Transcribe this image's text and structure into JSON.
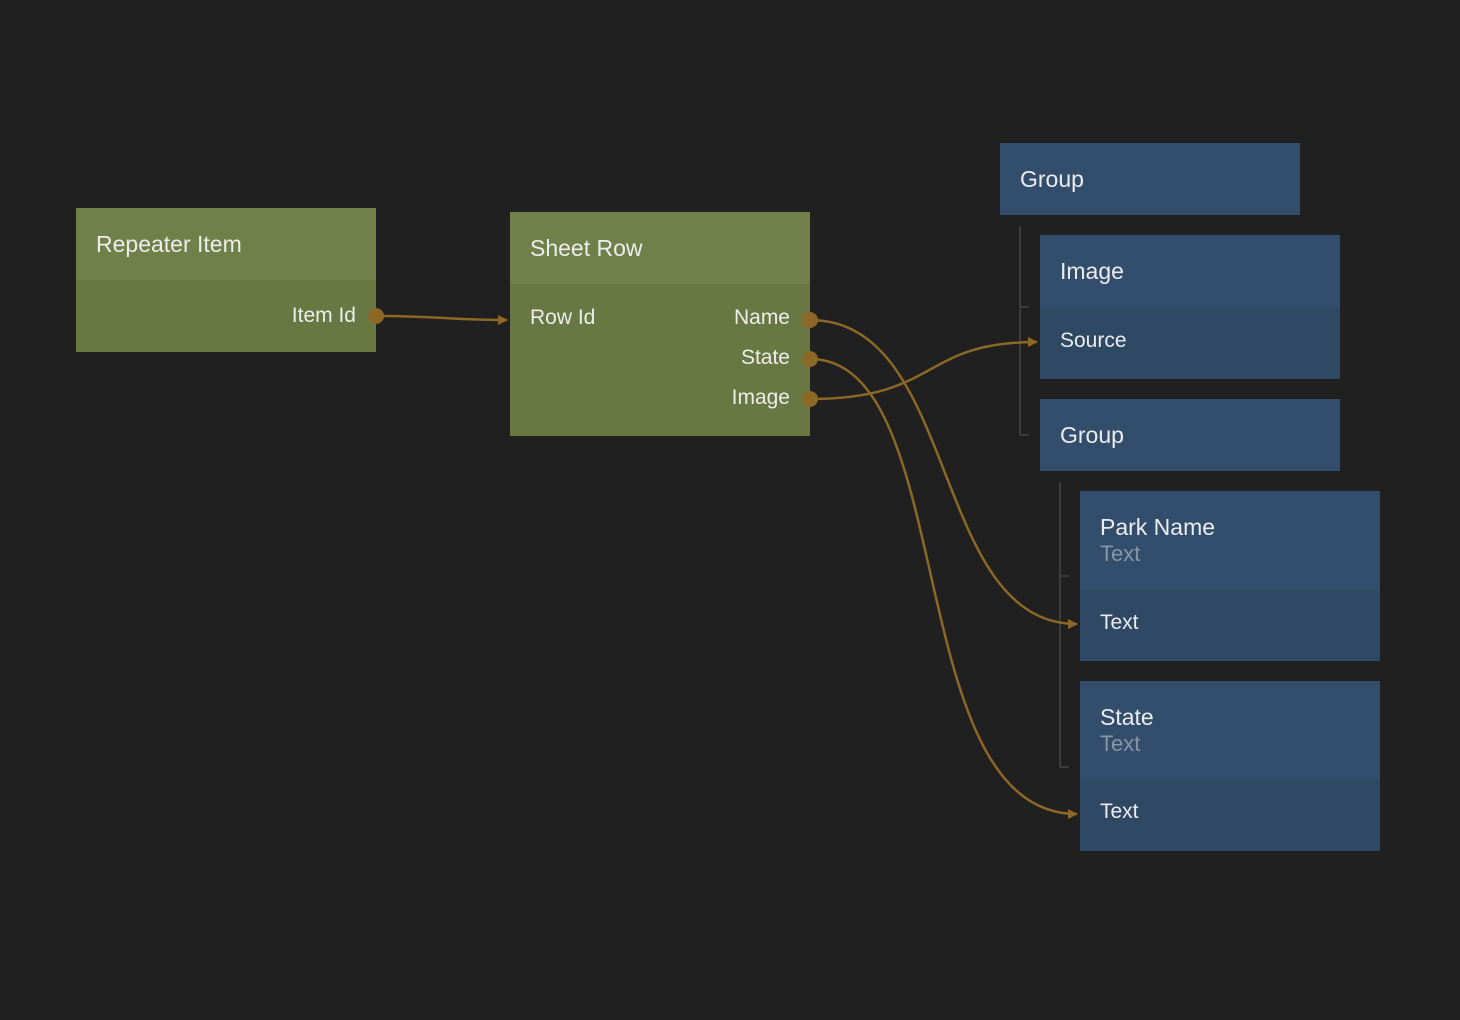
{
  "colors": {
    "background": "#202020",
    "logic_node": "#718048",
    "visual_node": "#324e6c",
    "wire": "#8b6826"
  },
  "nodes": {
    "repeater_item": {
      "title": "Repeater Item",
      "outputs": [
        "Item Id"
      ]
    },
    "sheet_row": {
      "title": "Sheet Row",
      "inputs": [
        "Row Id"
      ],
      "outputs": [
        "Name",
        "State",
        "Image"
      ]
    },
    "group_root": {
      "title": "Group"
    },
    "image": {
      "title": "Image",
      "inputs": [
        "Source"
      ]
    },
    "group_child": {
      "title": "Group"
    },
    "park_name": {
      "title": "Park Name",
      "type": "Text",
      "inputs": [
        "Text"
      ]
    },
    "state": {
      "title": "State",
      "type": "Text",
      "inputs": [
        "Text"
      ]
    }
  },
  "connections": [
    {
      "from": "Repeater Item.Item Id",
      "to": "Sheet Row.Row Id"
    },
    {
      "from": "Sheet Row.Name",
      "to": "Park Name.Text"
    },
    {
      "from": "Sheet Row.State",
      "to": "State.Text"
    },
    {
      "from": "Sheet Row.Image",
      "to": "Image.Source"
    }
  ]
}
